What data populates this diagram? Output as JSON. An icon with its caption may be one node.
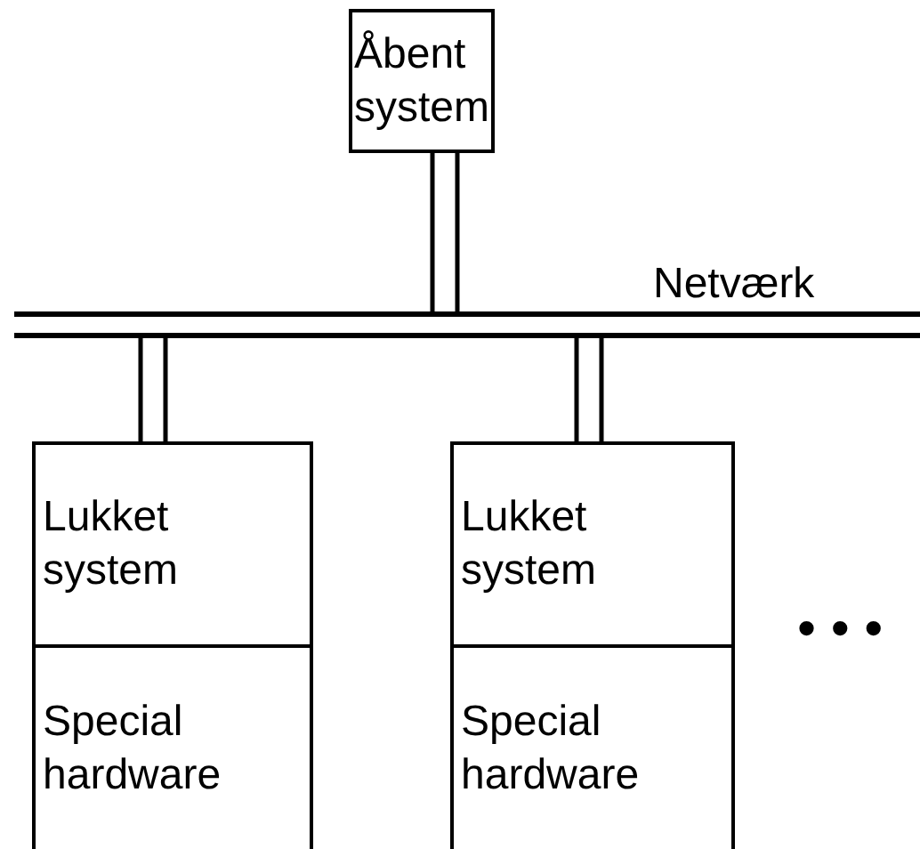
{
  "diagram": {
    "nodes": [
      {
        "text": [
          "Åbent system"
        ]
      },
      {
        "text": [],
        "shape": "bar",
        "beside": [
          "Netværk"
        ]
      },
      {
        "text": [
          "Lukket system"
        ]
      },
      {
        "text": [
          "Special hardware"
        ]
      },
      {
        "text": [
          "Lukket system"
        ]
      },
      {
        "text": [
          "Special hardware"
        ]
      }
    ],
    "edges": [
      {
        "from": 0,
        "to": 1,
        "arrow": "none"
      },
      {
        "from": 1,
        "to": 2,
        "arrow": "none"
      },
      {
        "from": 1,
        "to": 4,
        "arrow": "none"
      }
    ],
    "labels": [
      "• • •"
    ]
  }
}
